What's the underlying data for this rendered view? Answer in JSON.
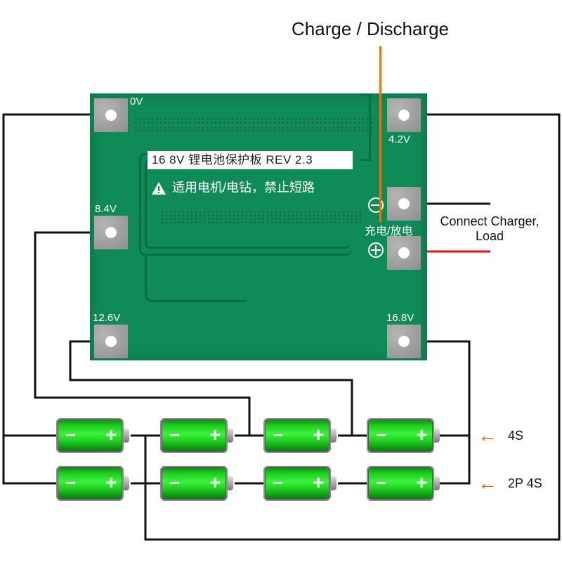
{
  "title": "Charge / Discharge",
  "connect_label_line1": "Connect Charger,",
  "connect_label_line2": "Load",
  "pcb": {
    "model_label": "16 8V 锂电池保护板 REV 2.3",
    "warning_text": "适用电机/电钻，禁止短路",
    "charge_discharge_cn": "充电/放电",
    "color": "#0f8b57",
    "pads": {
      "p0v": "0V",
      "p4v2": "4.2V",
      "p8v4": "8.4V",
      "p12v6": "12.6V",
      "p16v8": "16.8V"
    },
    "polarity": {
      "negative": "−",
      "positive": "+"
    }
  },
  "battery": {
    "minus": "−",
    "plus": "+",
    "color": "#22d022"
  },
  "rows": [
    {
      "label": "4S",
      "cells": 4
    },
    {
      "label": "2P 4S",
      "cells": 4
    }
  ],
  "colors": {
    "wire": "#111111",
    "charge_wire": "#e07a10",
    "positive_wire": "#e01010",
    "arrow": "#ef6a12"
  }
}
